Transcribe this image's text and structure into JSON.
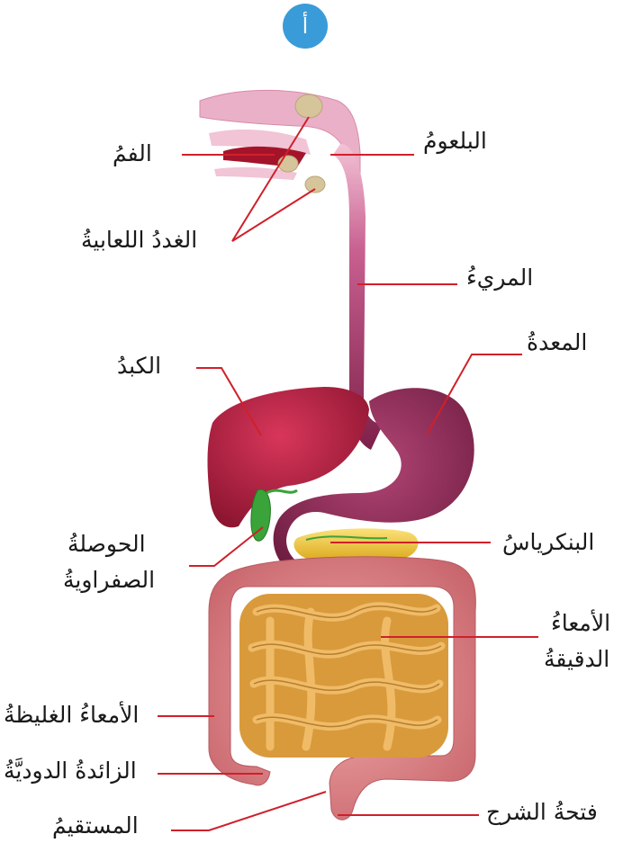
{
  "badge": {
    "text": "أ",
    "color": "#3a9bd9"
  },
  "labels": {
    "pharynx": "البلعومُ",
    "mouth": "الفمُ",
    "salivary_glands": "الغددُ اللعابيةُ",
    "esophagus": "المريءُ",
    "liver": "الكبدُ",
    "stomach": "المعدةُ",
    "gallbladder_line1": "الحوصلةُ",
    "gallbladder_line2": "الصفراويةُ",
    "pancreas": "البنكرياسُ",
    "small_intestine_line1": "الأمعاءُ",
    "small_intestine_line2": "الدقيقةُ",
    "large_intestine": "الأمعاءُ الغليظةُ",
    "appendix": "الزائدةُ الدوديَّةُ",
    "anus": "فتحةُ الشرج",
    "rectum": "المستقيمُ"
  },
  "colors": {
    "leader_line": "#d0202a",
    "liver": "#b5213a",
    "stomach": "#8e2a56",
    "esophagus": "#8e2a56",
    "pharynx": "#e9a9c4",
    "gallbladder": "#3aa33a",
    "pancreas": "#f2c82a",
    "small_intestine": "#d99a3c",
    "large_intestine": "#d77a7a"
  }
}
